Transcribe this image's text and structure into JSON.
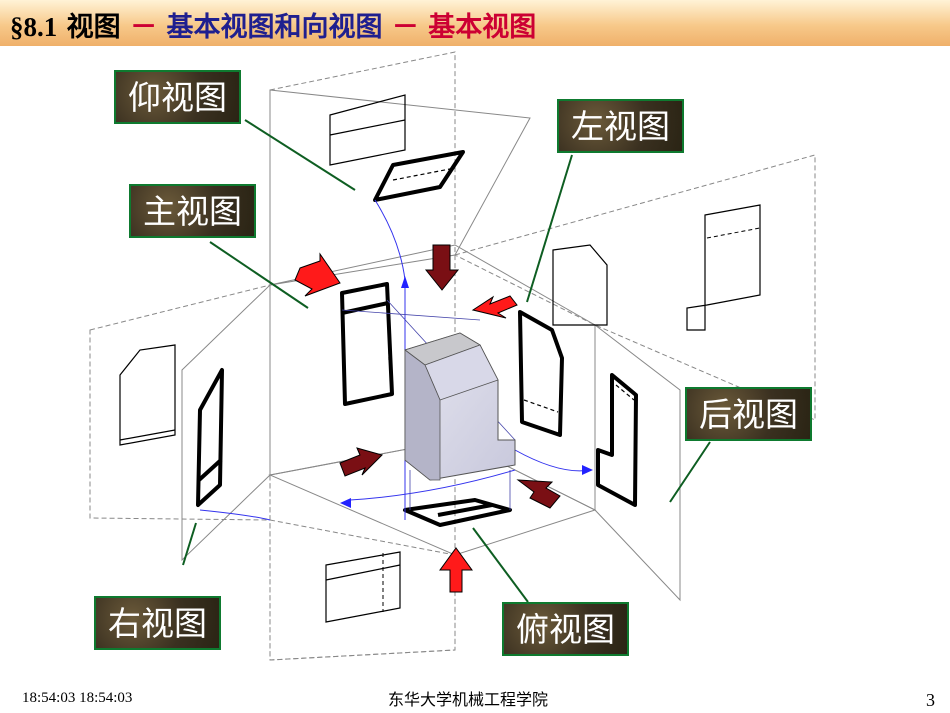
{
  "title": {
    "section": "§8.1",
    "part1": "视图",
    "dash1": "－",
    "part2": "基本视图和向视图",
    "dash2": "－",
    "part3": "基本视图"
  },
  "labels": {
    "bottom_view": "仰视图",
    "left_view": "左视图",
    "front_view": "主视图",
    "back_view": "后视图",
    "right_view": "右视图",
    "top_view": "俯视图"
  },
  "footer": {
    "timestamp": "18:54:03 18:54:03",
    "institution": "东华大学机械工程学院",
    "page_number": "3"
  },
  "colors": {
    "arrow_red": "#ff1a1a",
    "arrow_dark": "#7a0f14",
    "projection_blue": "#2222ff",
    "leader_green": "#0e5e22"
  }
}
